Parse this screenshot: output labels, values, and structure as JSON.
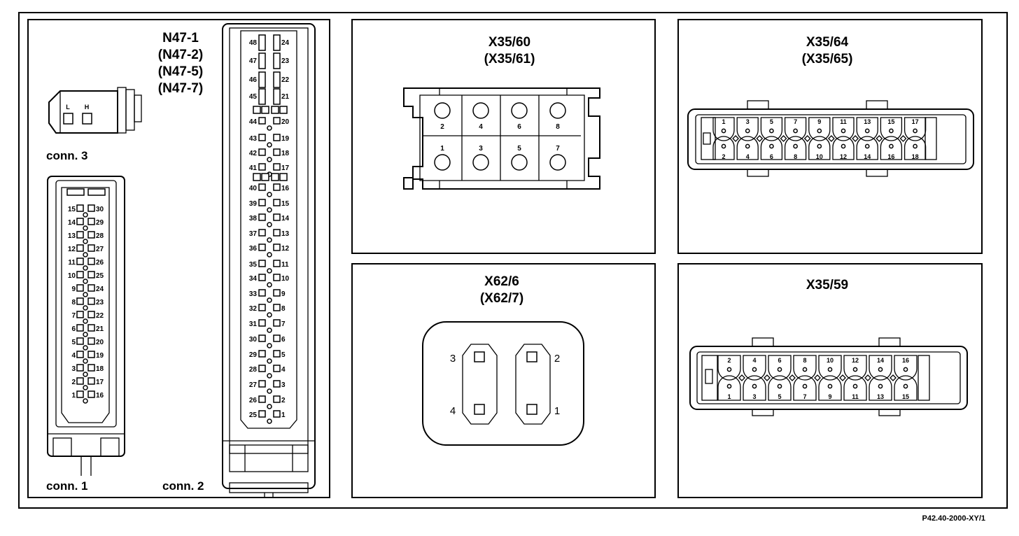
{
  "n47": {
    "titles": [
      "N47-1",
      "(N47-2)",
      "(N47-5)",
      "(N47-7)"
    ],
    "conn3": {
      "label": "conn. 3",
      "pins": [
        "L",
        "H"
      ]
    },
    "conn1": {
      "label": "conn. 1",
      "left_pins": [
        "15",
        "14",
        "13",
        "12",
        "11",
        "10",
        "9",
        "8",
        "7",
        "6",
        "5",
        "4",
        "3",
        "2",
        "1"
      ],
      "right_pins": [
        "30",
        "29",
        "28",
        "27",
        "26",
        "25",
        "24",
        "23",
        "22",
        "21",
        "20",
        "19",
        "18",
        "17",
        "16"
      ]
    },
    "conn2": {
      "label": "conn. 2",
      "left_pins": [
        "48",
        "47",
        "46",
        "45",
        "44",
        "43",
        "42",
        "41",
        "40",
        "39",
        "38",
        "37",
        "36",
        "35",
        "34",
        "33",
        "32",
        "31",
        "30",
        "29",
        "28",
        "27",
        "26",
        "25"
      ],
      "right_pins": [
        "24",
        "23",
        "22",
        "21",
        "20",
        "19",
        "18",
        "17",
        "16",
        "15",
        "14",
        "13",
        "12",
        "11",
        "10",
        "9",
        "8",
        "7",
        "6",
        "5",
        "4",
        "3",
        "2",
        "1"
      ]
    }
  },
  "x35_60": {
    "titles": [
      "X35/60",
      "(X35/61)"
    ],
    "top_pins": [
      "2",
      "4",
      "6",
      "8"
    ],
    "bottom_pins": [
      "1",
      "3",
      "5",
      "7"
    ]
  },
  "x35_64": {
    "titles": [
      "X35/64",
      "(X35/65)"
    ],
    "top_pins": [
      "1",
      "3",
      "5",
      "7",
      "9",
      "11",
      "13",
      "15",
      "17"
    ],
    "bottom_pins": [
      "2",
      "4",
      "6",
      "8",
      "10",
      "12",
      "14",
      "16",
      "18"
    ]
  },
  "x62_6": {
    "titles": [
      "X62/6",
      "(X62/7)"
    ],
    "pins": {
      "top_left": "3",
      "bottom_left": "4",
      "top_right": "2",
      "bottom_right": "1"
    }
  },
  "x35_59": {
    "titles": [
      "X35/59"
    ],
    "top_pins": [
      "2",
      "4",
      "6",
      "8",
      "10",
      "12",
      "14",
      "16"
    ],
    "bottom_pins": [
      "1",
      "3",
      "5",
      "7",
      "9",
      "11",
      "13",
      "15"
    ]
  },
  "reference": "P42.40-2000-XY/1"
}
